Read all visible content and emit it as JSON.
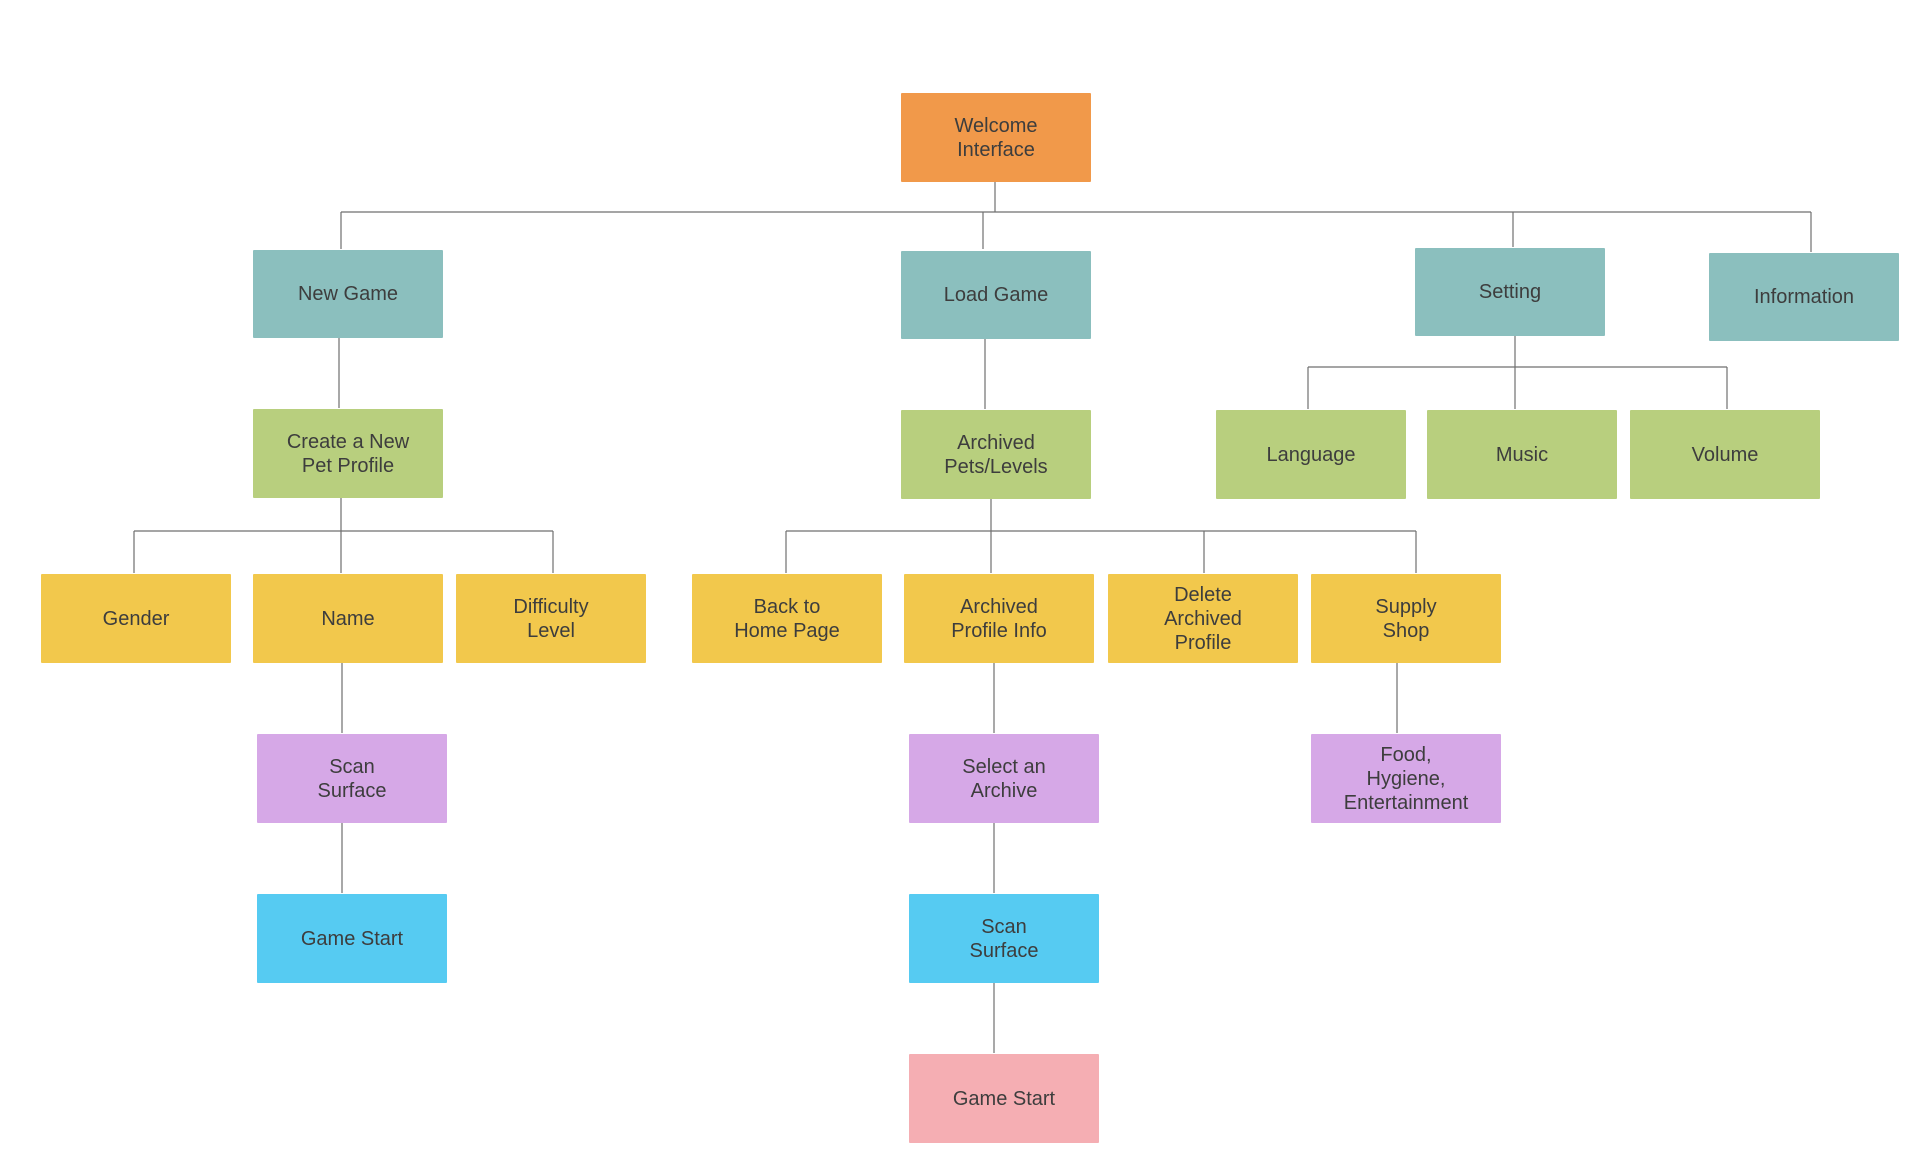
{
  "diagram": {
    "type": "hierarchy",
    "nodes": {
      "welcome": "Welcome\nInterface",
      "new_game": "New Game",
      "load_game": "Load Game",
      "setting": "Setting",
      "information": "Information",
      "create_profile": "Create a New\nPet Profile",
      "archived_pets": "Archived\nPets/Levels",
      "language": "Language",
      "music": "Music",
      "volume": "Volume",
      "gender": "Gender",
      "name": "Name",
      "difficulty": "Difficulty\nLevel",
      "back_home": "Back to\nHome Page",
      "archived_info": "Archived\nProfile Info",
      "delete_profile": "Delete\nArchived\nProfile",
      "supply_shop": "Supply\nShop",
      "scan_surface_new": "Scan\nSurface",
      "game_start_new": "Game Start",
      "select_archive": "Select an\nArchive",
      "shop_items": "Food,\nHygiene,\nEntertainment",
      "scan_surface_load": "Scan\nSurface",
      "game_start_load": "Game Start"
    },
    "edges": [
      [
        "welcome",
        "new_game"
      ],
      [
        "welcome",
        "load_game"
      ],
      [
        "welcome",
        "setting"
      ],
      [
        "welcome",
        "information"
      ],
      [
        "new_game",
        "create_profile"
      ],
      [
        "load_game",
        "archived_pets"
      ],
      [
        "setting",
        "language"
      ],
      [
        "setting",
        "music"
      ],
      [
        "setting",
        "volume"
      ],
      [
        "create_profile",
        "gender"
      ],
      [
        "create_profile",
        "name"
      ],
      [
        "create_profile",
        "difficulty"
      ],
      [
        "archived_pets",
        "back_home"
      ],
      [
        "archived_pets",
        "archived_info"
      ],
      [
        "archived_pets",
        "delete_profile"
      ],
      [
        "archived_pets",
        "supply_shop"
      ],
      [
        "name",
        "scan_surface_new"
      ],
      [
        "scan_surface_new",
        "game_start_new"
      ],
      [
        "archived_info",
        "select_archive"
      ],
      [
        "select_archive",
        "scan_surface_load"
      ],
      [
        "scan_surface_load",
        "game_start_load"
      ],
      [
        "supply_shop",
        "shop_items"
      ]
    ],
    "colors": {
      "root": "#f1994a",
      "level_1": "#8bbfbe",
      "level_2": "#b8cf7e",
      "level_3": "#f2c84c",
      "level_4": "#d6a8e7",
      "level_5": "#56cbf2",
      "final": "#f5aeb3",
      "connector": "#6f6f6f"
    }
  }
}
